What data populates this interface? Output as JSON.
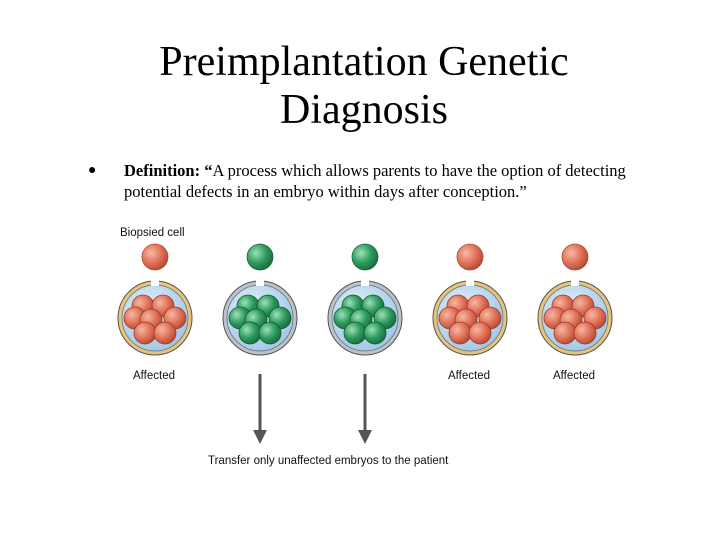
{
  "slide": {
    "title_line1": "Preimplantation Genetic",
    "title_line2": "Diagnosis",
    "bullet": {
      "term": "Definition:",
      "quote_open": " “",
      "text": "A process which allows parents to have the option of detecting potential defects in an embryo within days after conception.”"
    }
  },
  "figure": {
    "biopsied_label": "Biopsied cell",
    "transfer_label": "Transfer only unaffected embryos to the patient",
    "embryos": [
      {
        "status": "affected",
        "label": "Affected"
      },
      {
        "status": "unaffected",
        "label": ""
      },
      {
        "status": "unaffected",
        "label": ""
      },
      {
        "status": "affected",
        "label": "Affected"
      },
      {
        "status": "affected",
        "label": "Affected"
      }
    ],
    "colors": {
      "affected": "#e2735a",
      "unaffected": "#2e9c5f",
      "zona_affected": "#e6c47c",
      "zona_unaffected": "#b9c3cc",
      "fluid": "#b9d7ee",
      "arrow": "#555555"
    }
  }
}
